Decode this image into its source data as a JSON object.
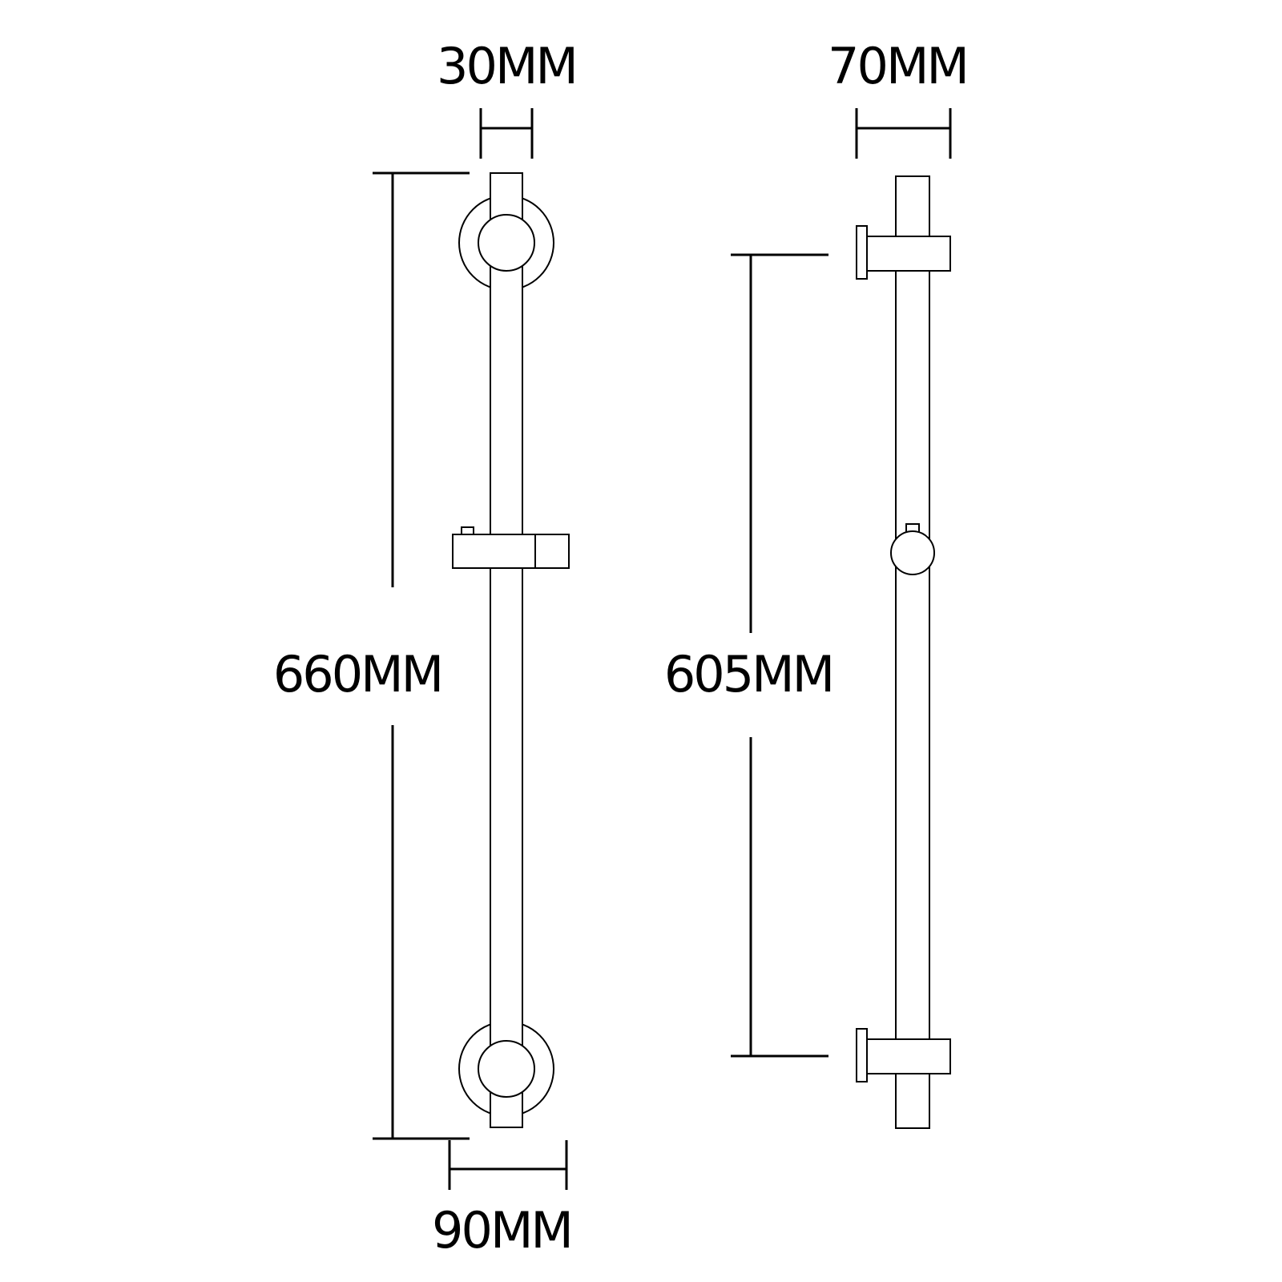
{
  "dimensions": {
    "front_bar_diameter": "30MM",
    "front_total_length": "660MM",
    "front_bracket_depth": "90MM",
    "side_bracket_depth": "70MM",
    "side_mount_spacing": "605MM"
  },
  "colors": {
    "line": "#000000",
    "background": "#ffffff"
  }
}
